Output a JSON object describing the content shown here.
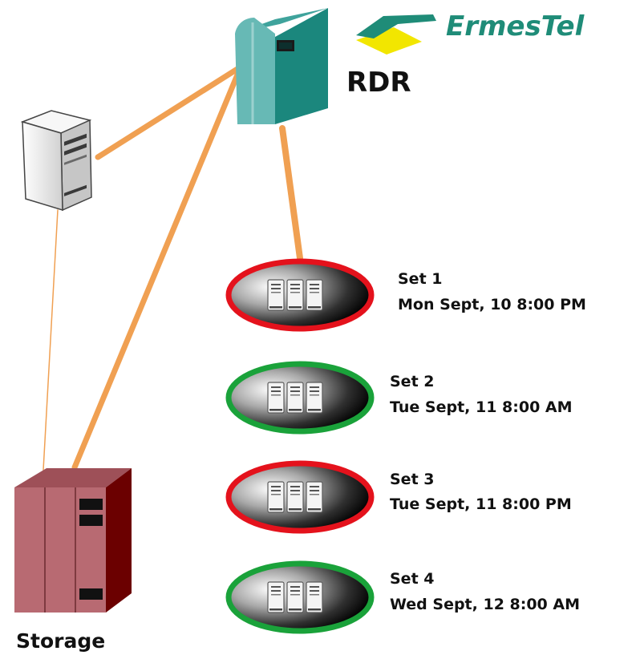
{
  "brand": {
    "name": "ErmesTel",
    "color": "#1f8c78",
    "logo_colors": [
      "#1f8c78",
      "#f2e600"
    ]
  },
  "rdr": {
    "label": "RDR",
    "colors": {
      "front": "#67b9b5",
      "side": "#1b877d",
      "top": "#3fa39c"
    }
  },
  "storage": {
    "label": "Storage",
    "colors": {
      "front": "#b86a72",
      "side": "#6b0000",
      "top": "#9e5058"
    }
  },
  "connector_color": "#f0a052",
  "sets": [
    {
      "name": "Set 1",
      "date": "Mon Sept, 10 8:00 PM",
      "ring": "red",
      "ring_color": "#e4121c"
    },
    {
      "name": "Set 2",
      "date": "Tue Sept, 11 8:00 AM",
      "ring": "green",
      "ring_color": "#1aa23a"
    },
    {
      "name": "Set 3",
      "date": "Tue Sept, 11 8:00 PM",
      "ring": "red",
      "ring_color": "#e4121c"
    },
    {
      "name": "Set 4",
      "date": "Wed Sept, 12 8:00 AM",
      "ring": "green",
      "ring_color": "#1aa23a"
    }
  ]
}
